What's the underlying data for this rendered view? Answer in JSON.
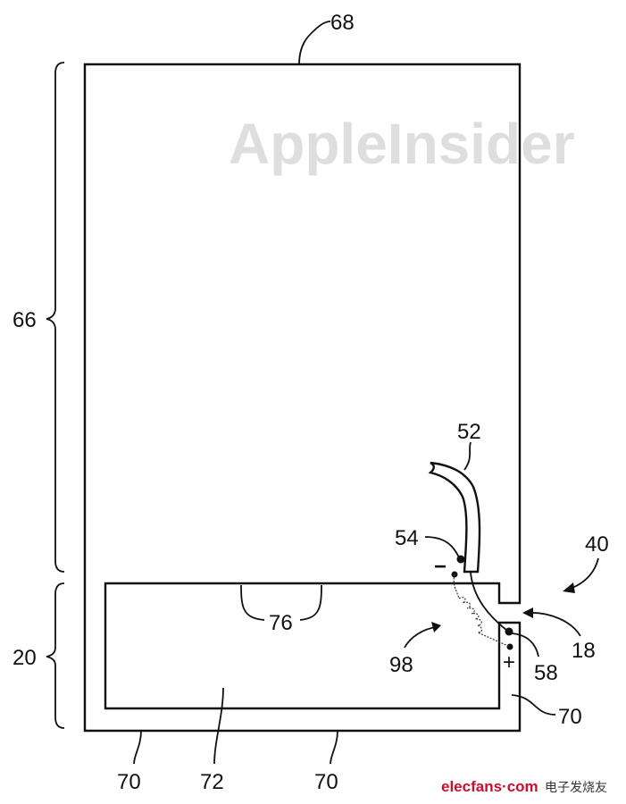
{
  "watermark": "AppleInsider",
  "logo": {
    "brand": "elecfans·com",
    "chinese": "电子发烧友"
  },
  "labels": {
    "l68": "68",
    "l66": "66",
    "l20": "20",
    "l52": "52",
    "l54": "54",
    "l40": "40",
    "l18": "18",
    "l58": "58",
    "l98": "98",
    "l76": "76",
    "l70_right": "70",
    "l70_bottom_left": "70",
    "l72": "72",
    "l70_bottom_right": "70",
    "minus": "−",
    "plus": "+"
  }
}
